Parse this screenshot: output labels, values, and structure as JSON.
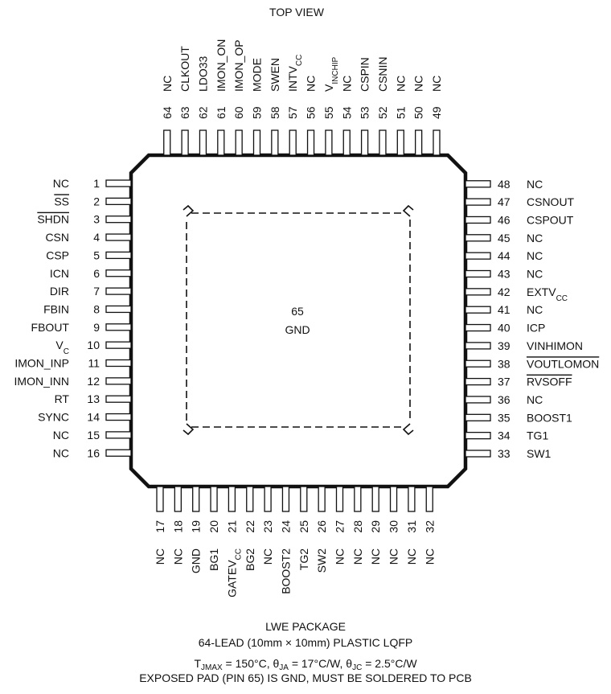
{
  "view_label": "TOP VIEW",
  "center_pad": {
    "number": "65",
    "name": "GND"
  },
  "pins": {
    "left": [
      {
        "num": "1",
        "name": "NC"
      },
      {
        "num": "2",
        "name": "SS",
        "overline": true
      },
      {
        "num": "3",
        "name": "SHDN",
        "overline": true
      },
      {
        "num": "4",
        "name": "CSN"
      },
      {
        "num": "5",
        "name": "CSP"
      },
      {
        "num": "6",
        "name": "ICN"
      },
      {
        "num": "7",
        "name": "DIR"
      },
      {
        "num": "8",
        "name": "FBIN"
      },
      {
        "num": "9",
        "name": "FBOUT"
      },
      {
        "num": "10",
        "name": "V",
        "sub": "C"
      },
      {
        "num": "11",
        "name": "IMON_INP"
      },
      {
        "num": "12",
        "name": "IMON_INN"
      },
      {
        "num": "13",
        "name": "RT"
      },
      {
        "num": "14",
        "name": "SYNC"
      },
      {
        "num": "15",
        "name": "NC"
      },
      {
        "num": "16",
        "name": "NC"
      }
    ],
    "bottom": [
      {
        "num": "17",
        "name": "NC"
      },
      {
        "num": "18",
        "name": "NC"
      },
      {
        "num": "19",
        "name": "GND"
      },
      {
        "num": "20",
        "name": "BG1"
      },
      {
        "num": "21",
        "name": "GATEV",
        "sub": "CC"
      },
      {
        "num": "22",
        "name": "BG2"
      },
      {
        "num": "23",
        "name": "NC"
      },
      {
        "num": "24",
        "name": "BOOST2"
      },
      {
        "num": "25",
        "name": "TG2"
      },
      {
        "num": "26",
        "name": "SW2"
      },
      {
        "num": "27",
        "name": "NC"
      },
      {
        "num": "28",
        "name": "NC"
      },
      {
        "num": "29",
        "name": "NC"
      },
      {
        "num": "30",
        "name": "NC"
      },
      {
        "num": "31",
        "name": "NC"
      },
      {
        "num": "32",
        "name": "NC"
      }
    ],
    "right": [
      {
        "num": "33",
        "name": "SW1"
      },
      {
        "num": "34",
        "name": "TG1"
      },
      {
        "num": "35",
        "name": "BOOST1"
      },
      {
        "num": "36",
        "name": "NC"
      },
      {
        "num": "37",
        "name": "RVSOFF",
        "overline": true
      },
      {
        "num": "38",
        "name": "VOUTLOMON",
        "overline": true
      },
      {
        "num": "39",
        "name": "VINHIMON"
      },
      {
        "num": "40",
        "name": "ICP"
      },
      {
        "num": "41",
        "name": "NC"
      },
      {
        "num": "42",
        "name": "EXTV",
        "sub": "CC"
      },
      {
        "num": "43",
        "name": "NC"
      },
      {
        "num": "44",
        "name": "NC"
      },
      {
        "num": "45",
        "name": "NC"
      },
      {
        "num": "46",
        "name": "CSPOUT"
      },
      {
        "num": "47",
        "name": "CSNOUT"
      },
      {
        "num": "48",
        "name": "NC"
      }
    ],
    "top": [
      {
        "num": "49",
        "name": "NC"
      },
      {
        "num": "50",
        "name": "NC"
      },
      {
        "num": "51",
        "name": "NC"
      },
      {
        "num": "52",
        "name": "CSNIN"
      },
      {
        "num": "53",
        "name": "CSPIN"
      },
      {
        "num": "54",
        "name": "NC"
      },
      {
        "num": "55",
        "name": "V",
        "sub": "INCHIP"
      },
      {
        "num": "56",
        "name": "NC"
      },
      {
        "num": "57",
        "name": "INTV",
        "sub": "CC"
      },
      {
        "num": "58",
        "name": "SWEN"
      },
      {
        "num": "59",
        "name": "MODE"
      },
      {
        "num": "60",
        "name": "IMON_OP"
      },
      {
        "num": "61",
        "name": "IMON_ON"
      },
      {
        "num": "62",
        "name": "LDO33"
      },
      {
        "num": "63",
        "name": "CLKOUT"
      },
      {
        "num": "64",
        "name": "NC"
      }
    ]
  },
  "footer": {
    "package": "LWE PACKAGE",
    "lead": "64-LEAD (10mm × 10mm) PLASTIC LQFP",
    "thermal": [
      {
        "text": "T"
      },
      {
        "text": "JMAX",
        "sub": true
      },
      {
        "text": " = 150°C, θ"
      },
      {
        "text": "JA",
        "sub": true
      },
      {
        "text": " = 17°C/W, θ"
      },
      {
        "text": "JC",
        "sub": true
      },
      {
        "text": " = 2.5°C/W"
      }
    ],
    "exposed_pad_note": "EXPOSED PAD (PIN 65) IS GND, MUST BE SOLDERED TO PCB"
  }
}
